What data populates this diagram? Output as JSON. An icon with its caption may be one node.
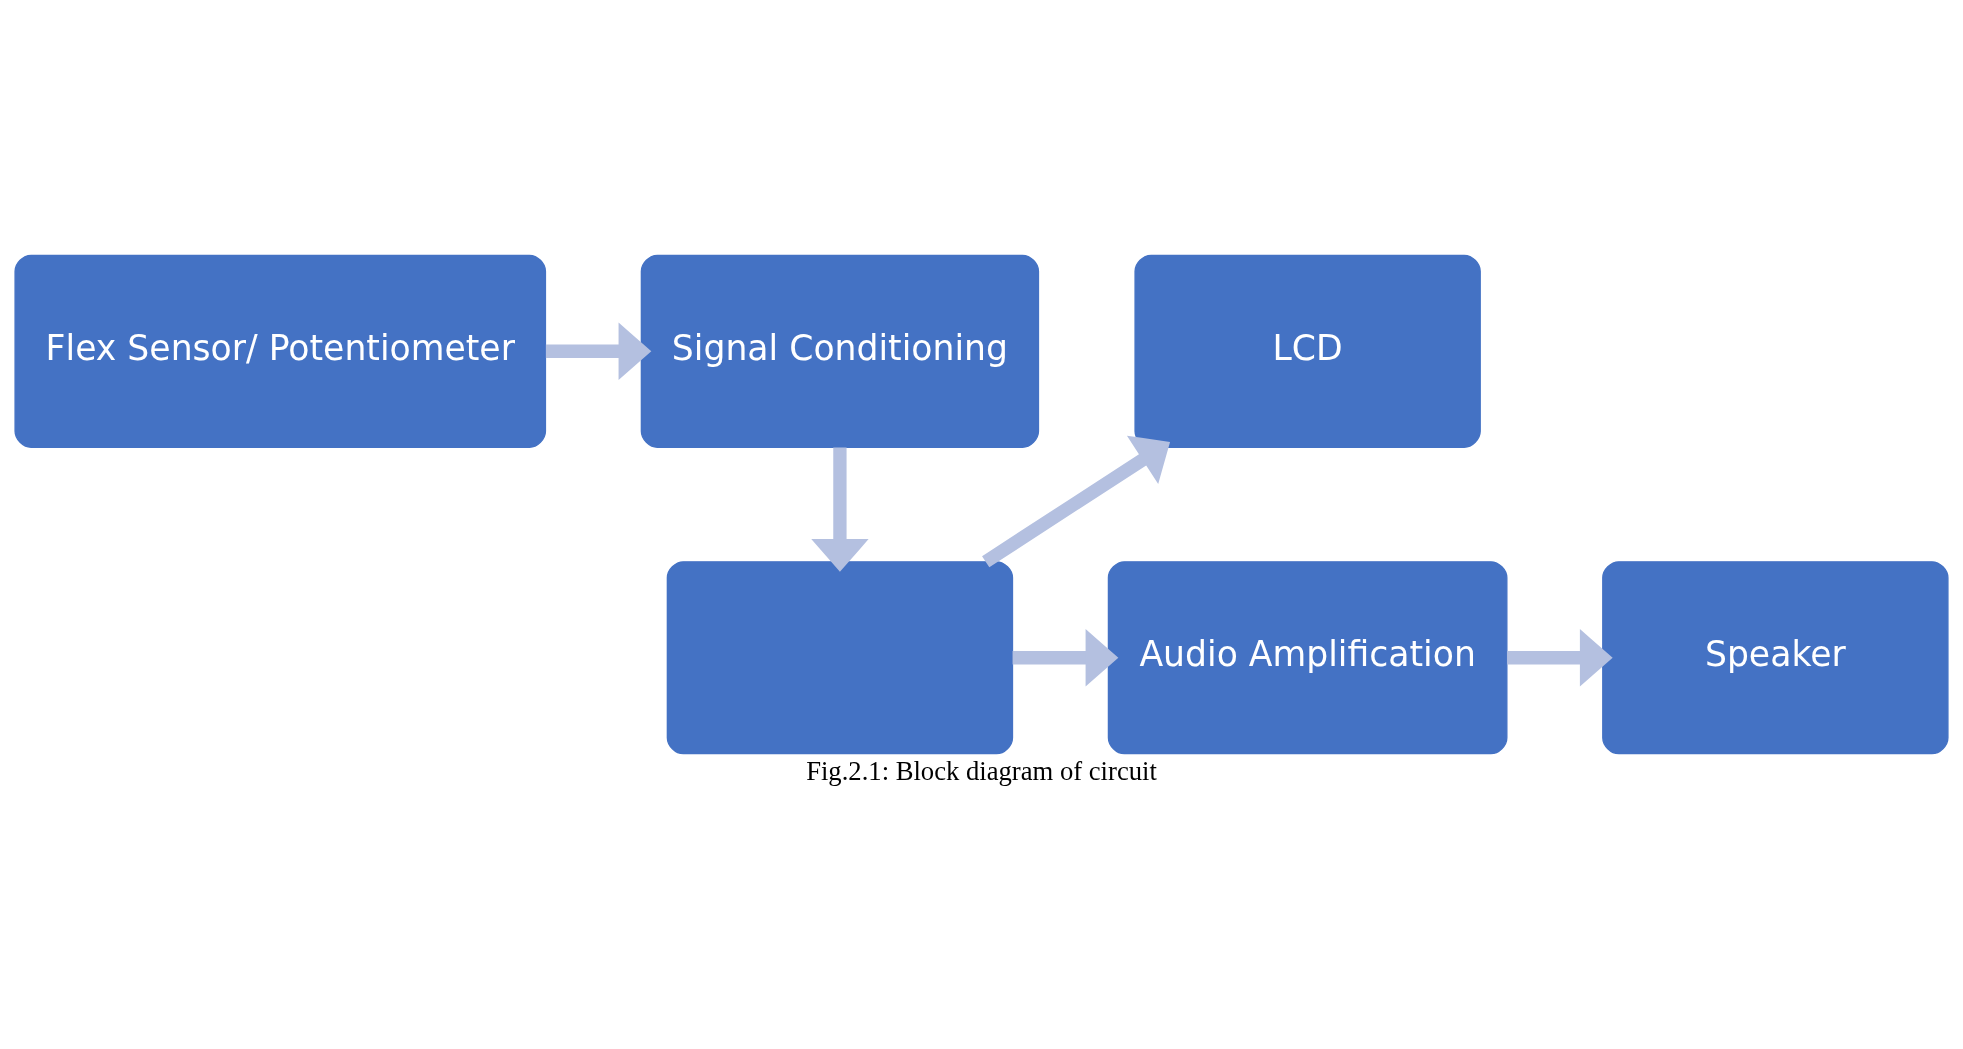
{
  "diagram": {
    "caption": "Fig.2.1: Block diagram of circuit",
    "nodes": [
      {
        "text": [
          "Flex Sensor/ Potentiometer"
        ]
      },
      {
        "text": [
          "Signal Conditioning"
        ]
      },
      {
        "text": [
          "LCD"
        ]
      },
      {
        "text": [
          "Speaker"
        ]
      },
      {
        "text": [
          "Audio Amplification"
        ]
      },
      {
        "text": [],
        "shape": "box"
      }
    ],
    "edges": [
      {
        "from": 0,
        "to": 1,
        "arrow": "to"
      },
      {
        "from": 1,
        "to": 5,
        "arrow": "to"
      },
      {
        "from": 5,
        "to": 2,
        "arrow": "to"
      },
      {
        "from": 5,
        "to": 4,
        "arrow": "to"
      },
      {
        "from": 4,
        "to": 3,
        "arrow": "to"
      }
    ]
  }
}
